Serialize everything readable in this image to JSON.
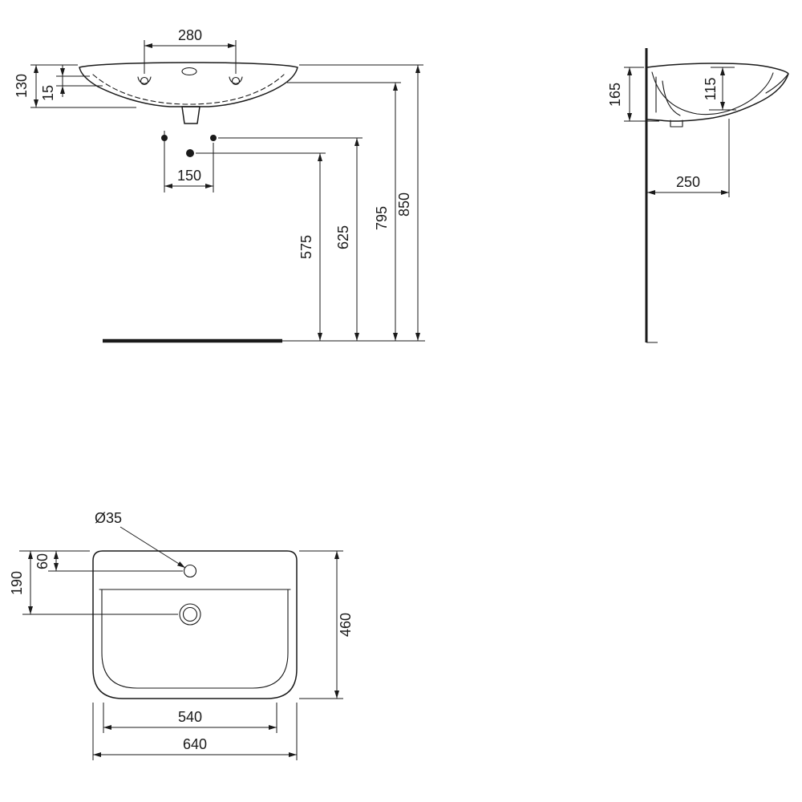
{
  "drawing": {
    "ink_color": "#1a1a1a",
    "background_color": "#ffffff"
  },
  "views": {
    "front": {
      "dims": {
        "d280": "280",
        "d130": "130",
        "d15": "15",
        "d150": "150",
        "d575": "575",
        "d625": "625",
        "d795": "795",
        "d850": "850"
      }
    },
    "side": {
      "dims": {
        "d165": "165",
        "d115": "115",
        "d250": "250"
      }
    },
    "plan": {
      "dims": {
        "d35": "Ø35",
        "d60": "60",
        "d190": "190",
        "d460": "460",
        "d540": "540",
        "d640": "640"
      }
    }
  }
}
